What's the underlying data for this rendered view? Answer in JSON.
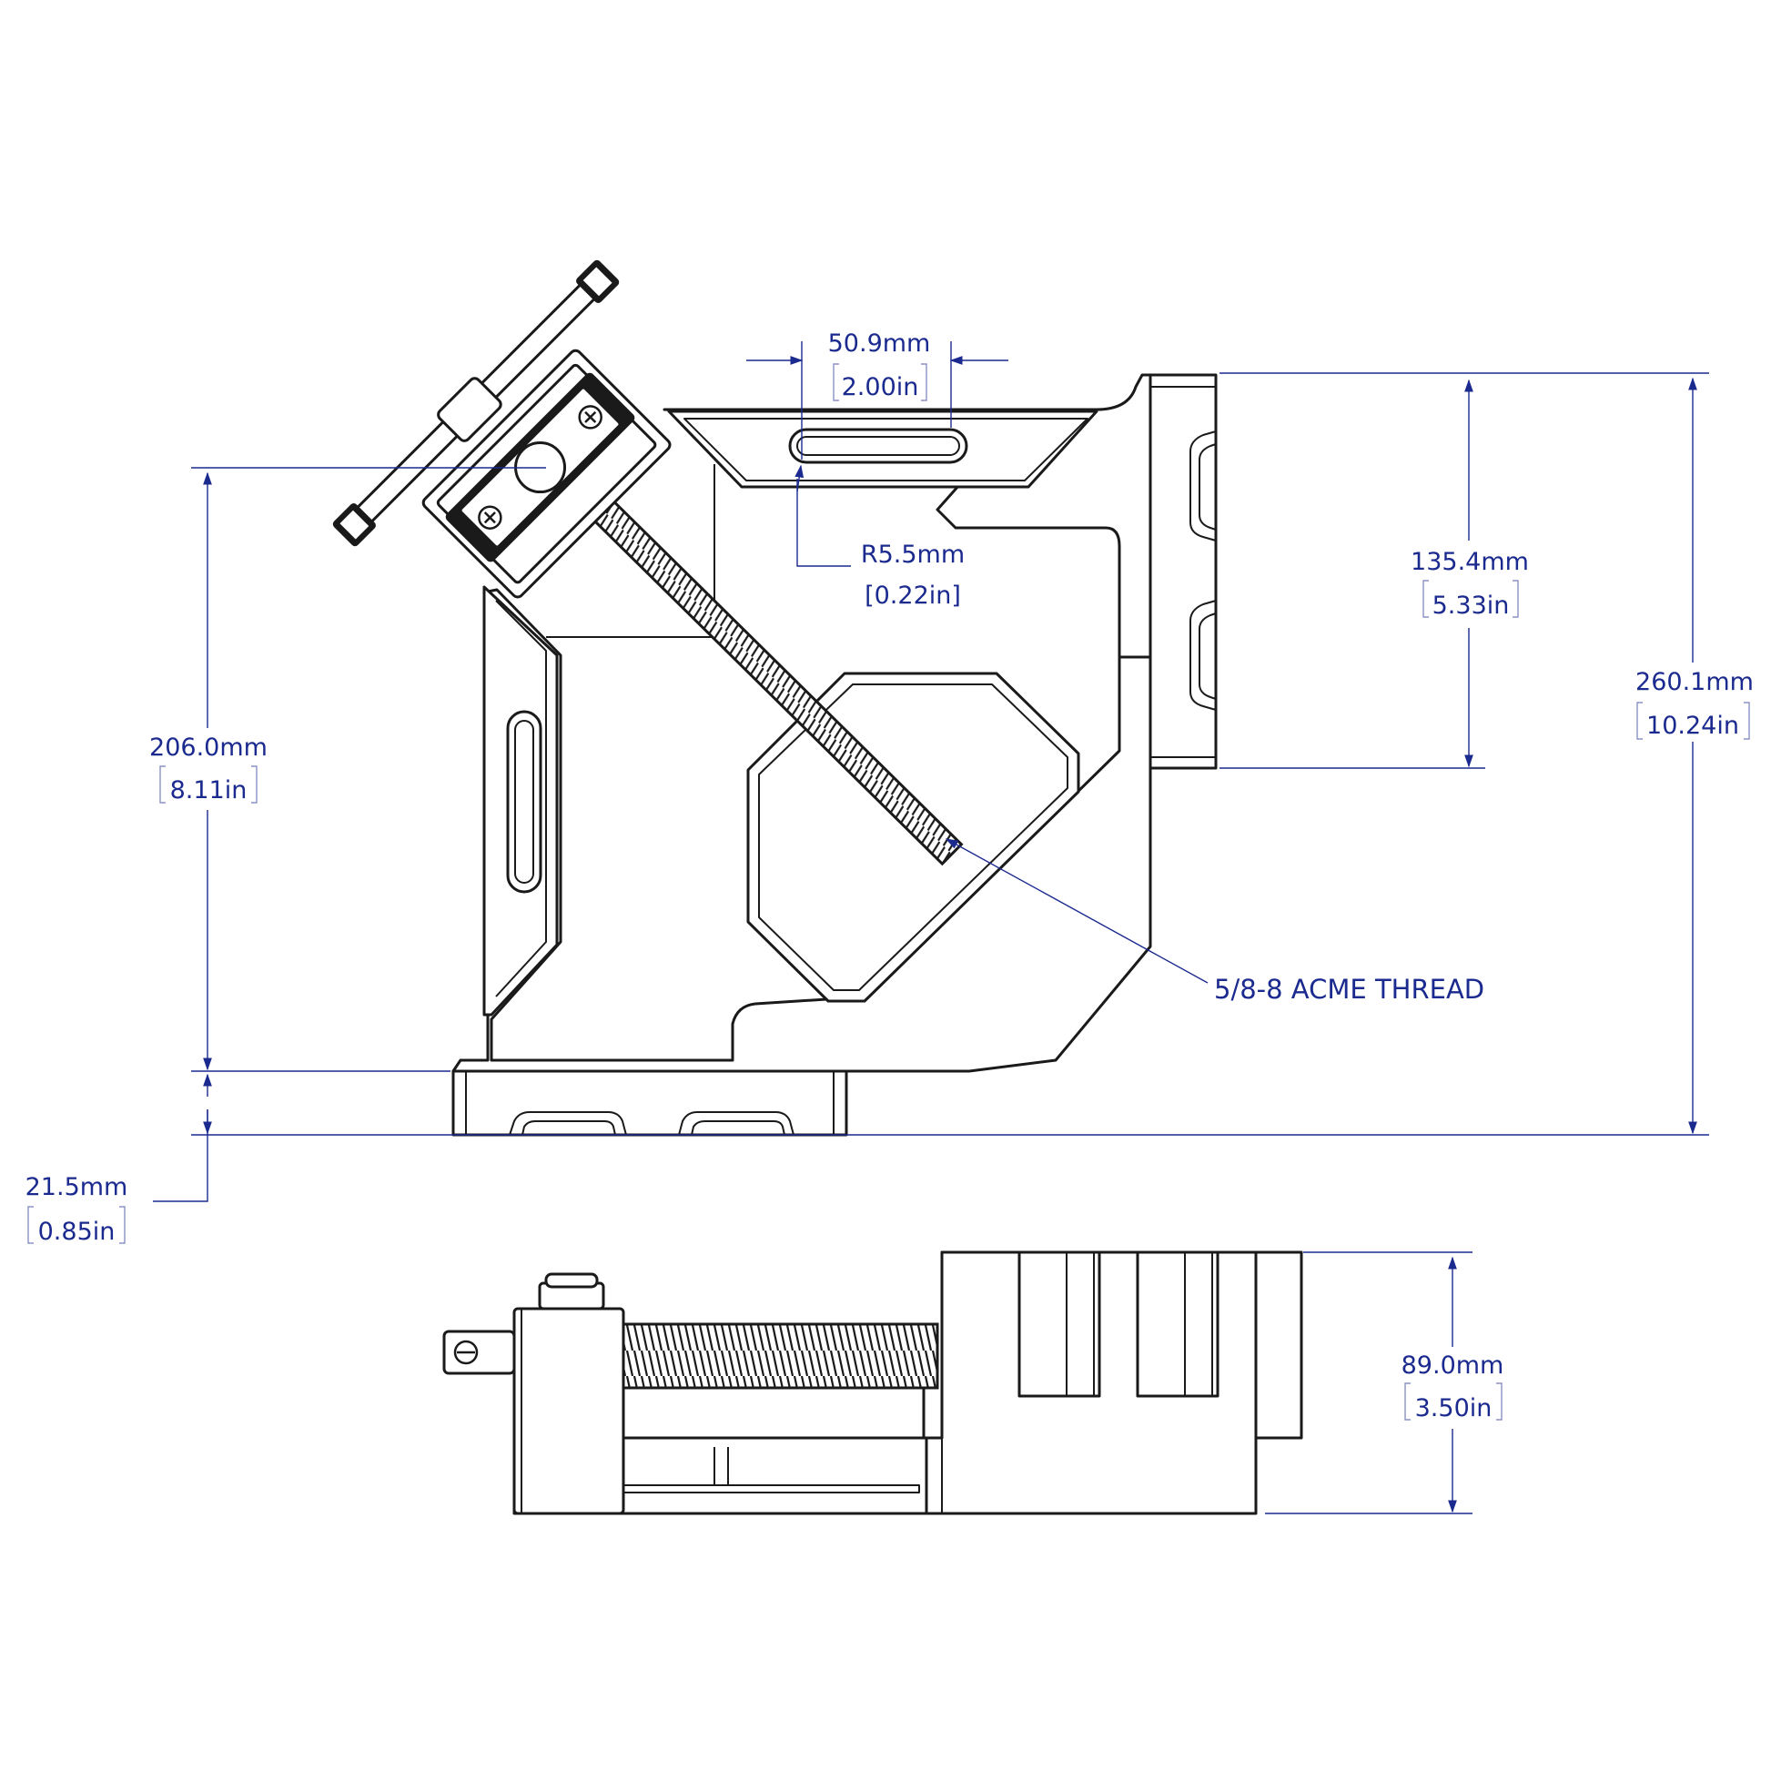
{
  "colors": {
    "dimension": "#1b2a8f",
    "part": "#1a1a1a",
    "background": "#ffffff"
  },
  "dimensions": {
    "slot_width": {
      "value": "50.9mm",
      "imperial": "2.00in"
    },
    "slot_radius": {
      "value": "R5.5mm",
      "imperial": "[0.22in]"
    },
    "jaw_height": {
      "value": "135.4mm",
      "imperial": "5.33in"
    },
    "overall_height": {
      "value": "260.1mm",
      "imperial": "10.24in"
    },
    "screw_height": {
      "value": "206.0mm",
      "imperial": "8.11in"
    },
    "base_thickness": {
      "value": "21.5mm",
      "imperial": "0.85in"
    },
    "side_height": {
      "value": "89.0mm",
      "imperial": "3.50in"
    }
  },
  "callouts": {
    "thread": "5/8-8 ACME THREAD"
  }
}
